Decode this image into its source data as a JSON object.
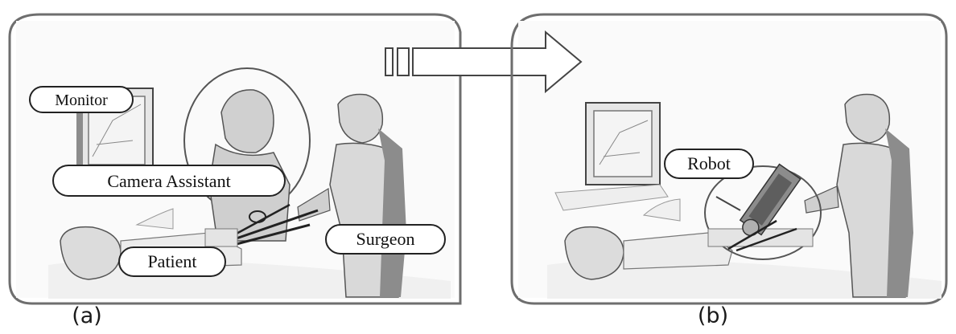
{
  "panel_a": {
    "caption": "(a)",
    "labels": {
      "monitor": "Monitor",
      "camera_assistant": "Camera Assistant",
      "patient": "Patient",
      "surgeon": "Surgeon"
    }
  },
  "panel_b": {
    "caption": "(b)",
    "labels": {
      "robot": "Robot"
    }
  },
  "colors": {
    "frame": "#6e6e6e",
    "figure_fill": "#d9d9d9",
    "figure_dark": "#8c8c8c",
    "label_stroke": "#222222",
    "background": "#ffffff"
  }
}
